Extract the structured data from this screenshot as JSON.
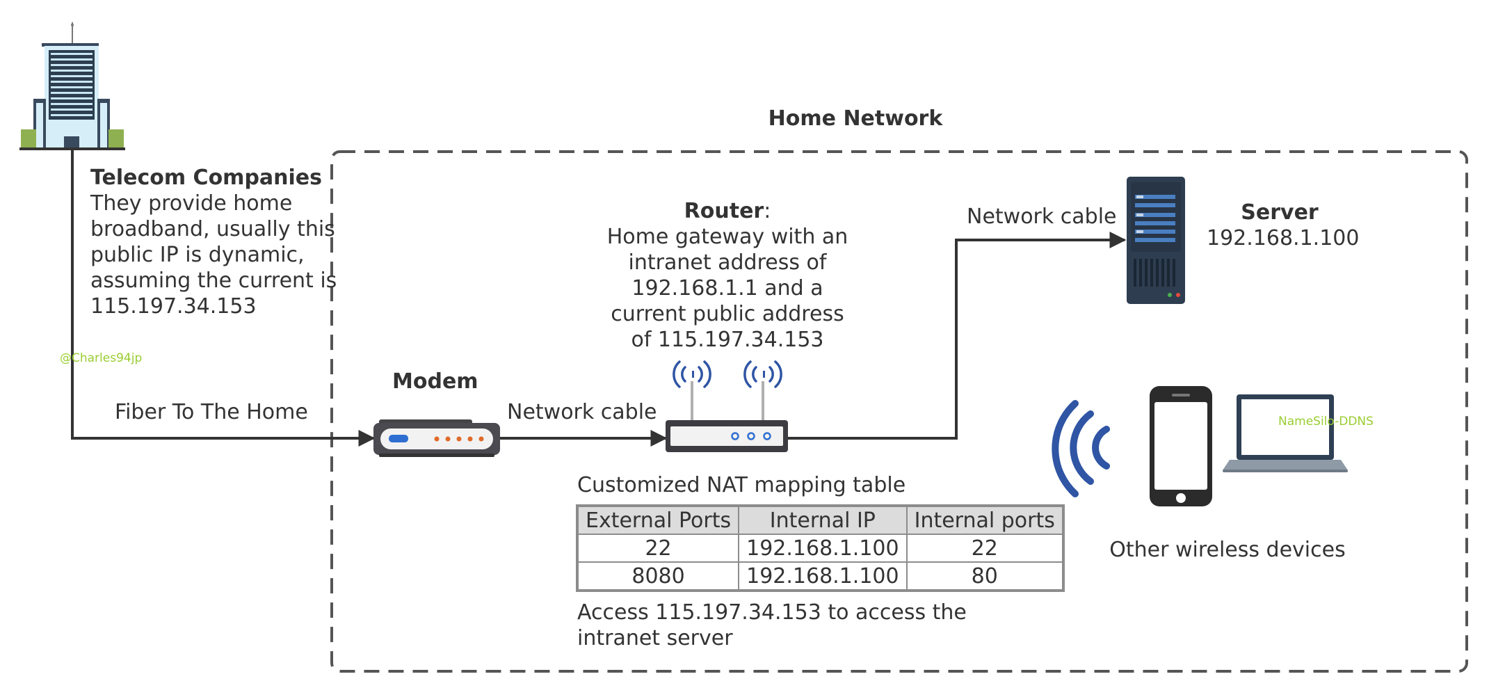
{
  "home_network": {
    "title": "Home Network"
  },
  "telecom": {
    "title": "Telecom Companies",
    "lines": [
      "They provide home",
      "broadband, usually this",
      "public IP is dynamic,",
      "assuming the current is",
      "115.197.34.153"
    ]
  },
  "watermarks": {
    "author": "@Charles94jp",
    "ddns": "NameSilo-DDNS"
  },
  "links": {
    "fiber": "Fiber To The Home",
    "modem_router": "Network cable",
    "router_server": "Network cable"
  },
  "modem": {
    "title": "Modem"
  },
  "router": {
    "title": "Router",
    "title_suffix": ":",
    "lines": [
      "Home gateway with an",
      "intranet address of",
      "192.168.1.1 and a",
      "current public address",
      "of 115.197.34.153"
    ]
  },
  "server": {
    "title": "Server",
    "ip": "192.168.1.100"
  },
  "wireless": {
    "label": "Other wireless devices"
  },
  "nat_table": {
    "title": "Customized NAT mapping table",
    "headers": [
      "External Ports",
      "Internal IP",
      "Internal ports"
    ],
    "rows": [
      [
        "22",
        "192.168.1.100",
        "22"
      ],
      [
        "8080",
        "192.168.1.100",
        "80"
      ]
    ]
  },
  "access_note": {
    "lines": [
      "Access 115.197.34.153 to access the",
      "intranet server"
    ]
  },
  "colors": {
    "line": "#333333",
    "dashed_border": "#555555",
    "wifi": "#2f55a4",
    "watermark": "#9acd32"
  }
}
